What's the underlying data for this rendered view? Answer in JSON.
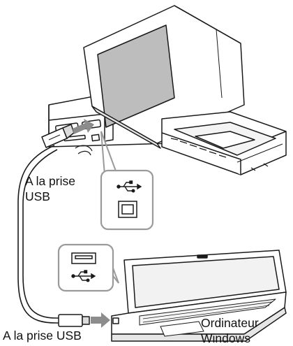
{
  "labels": {
    "printer_port_line1": "A la prise",
    "printer_port_line2": "USB",
    "computer_port": "A la prise USB",
    "computer_line1": "Ordinateur",
    "computer_line2": "Windows"
  },
  "icons": {
    "printer_port_callout": [
      "usb-symbol-icon",
      "usb-type-b-port-icon"
    ],
    "computer_port_callout": [
      "usb-type-a-port-icon",
      "usb-symbol-icon"
    ]
  },
  "colors": {
    "line": "#1a1a1a",
    "callout_border": "#9a9a9a",
    "arrow": "#8c8c8c",
    "screen": "#bdbdbd",
    "body": "#ffffff"
  }
}
